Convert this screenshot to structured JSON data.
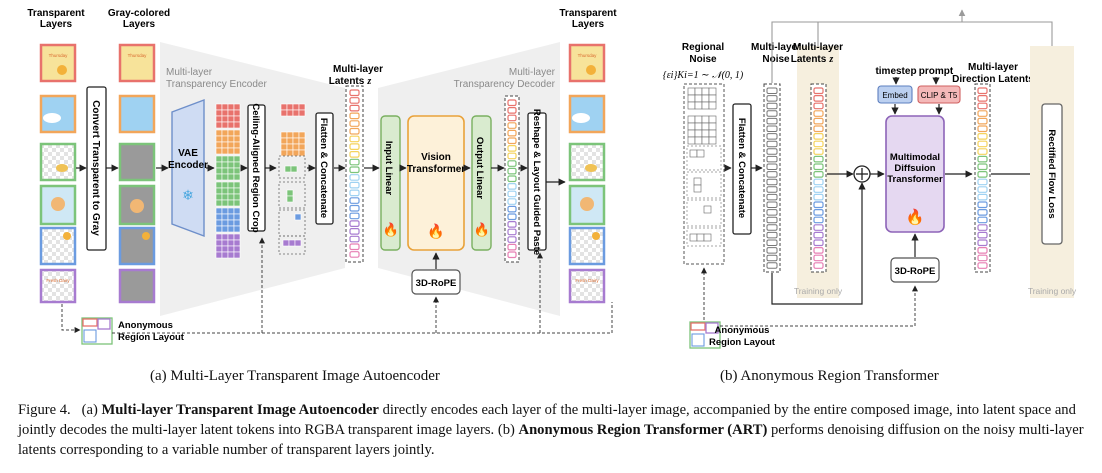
{
  "panel_a": {
    "transparent_layers_left": [
      "Transparent",
      "Layers"
    ],
    "gray_layers": [
      "Gray-colored",
      "Layers"
    ],
    "convert_box": "Convert Transparent to Gray",
    "encoder_label": [
      "Multi-layer",
      "Transparency Encoder"
    ],
    "vae": [
      "VAE",
      "Encoder"
    ],
    "crop_box": "Ceiling-Aligned Region Crop",
    "flatten_box": "Flatten & Concatenate",
    "latents_label": [
      "Multi-layer",
      "Latents"
    ],
    "latents_symbol": "z",
    "decoder_label": [
      "Multi-layer",
      "Transparency Decoder"
    ],
    "input_linear": "Input Linear",
    "vision_transformer": [
      "Vision",
      "Transformer"
    ],
    "output_linear": "Output Linear",
    "reshape_box": "Reshape & Layout Guided Paste",
    "rope": "3D-RoPE",
    "transparent_layers_right": [
      "Transparent",
      "Layers"
    ],
    "region_layout": [
      "Anonymous",
      "Region Layout"
    ],
    "thumb_text": [
      "Thursday",
      "Fresh Dairy"
    ]
  },
  "panel_b": {
    "regional_noise": [
      "Regional",
      "Noise"
    ],
    "noise_formula": "{εi}Ki=1 ∼ 𝒩(0, 1)",
    "flatten_box": "Flatten & Concatenate",
    "multi_layer_noise": [
      "Multi-layer",
      "Noise"
    ],
    "multi_layer_latents": [
      "Multi-layer",
      "Latents"
    ],
    "latents_symbol": "z",
    "training_only_1": "Training only",
    "timestep": "timestep",
    "prompt": "prompt",
    "embed": "Embed",
    "clip": "CLIP & T5",
    "mmdit": [
      "Multimodal",
      "Diffsuion",
      "Transformer"
    ],
    "direction_latents": [
      "Multi-layer",
      "Direction Latents"
    ],
    "flow_loss": "Rectified Flow Loss",
    "training_only_2": "Training only",
    "rope": "3D-RoPE",
    "region_layout": [
      "Anonymous",
      "Region Layout"
    ]
  },
  "caption_a": "(a) Multi-Layer Transparent Image Autoencoder",
  "caption_b": "(b) Anonymous Region Transformer",
  "caption": {
    "fig_label": "Figure 4.",
    "p1_pre": "(a) ",
    "p1_bold": "Multi-layer Transparent Image Autoencoder",
    "p1_rest": " directly encodes each layer of the multi-layer image, accompanied by the entire composed image, into latent space and jointly decodes the multi-layer latent tokens into RGBA transparent image layers. (b) ",
    "p2_bold": "Anonymous Region Transformer (ART)",
    "p2_rest": " performs denoising diffusion on the noisy multi-layer latents corresponding to a variable number of transparent layers jointly."
  },
  "colors": {
    "red": "#e8726c",
    "orange": "#f2a65a",
    "yellow": "#f5d35c",
    "green": "#7cc47a",
    "blue": "#6b9be0",
    "purple": "#a77bd0",
    "pink": "#e77fb3",
    "sky": "#9fd2f2",
    "transformer_fill": "#fdf1d9",
    "transformer_stroke": "#e9a23a",
    "mmdit_fill": "#e5d8f1",
    "mmdit_stroke": "#8d64b8",
    "linear_fill": "#d9ebcf",
    "linear_stroke": "#7ab060",
    "vae_fill": "#cfdcf3",
    "vae_stroke": "#6e8fca",
    "training_bg": "#f6efde"
  }
}
